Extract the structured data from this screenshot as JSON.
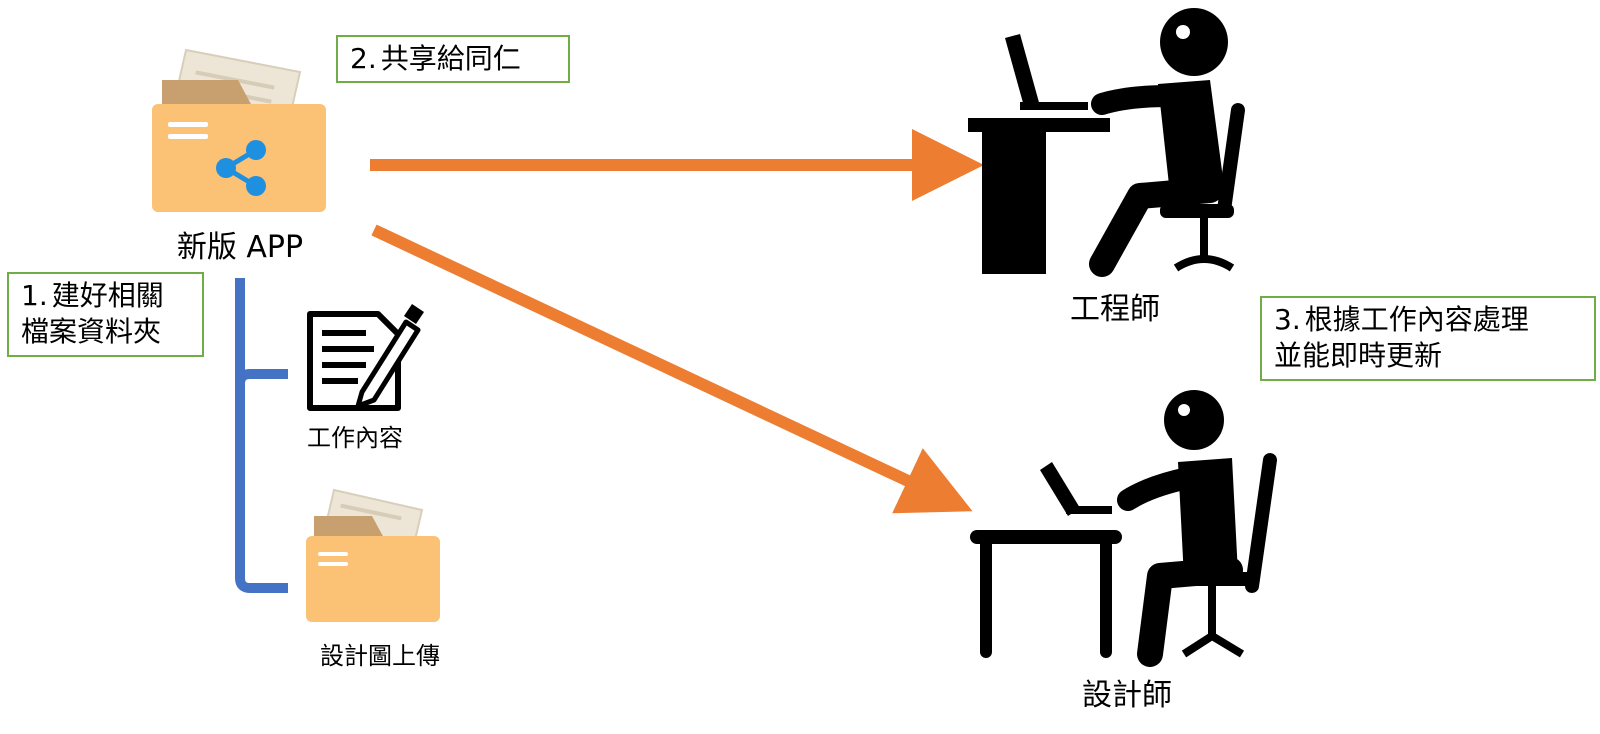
{
  "steps": {
    "one": {
      "num": "1.",
      "line1": "建好相關",
      "line2": "檔案資料夾"
    },
    "two": {
      "num": "2.",
      "line1": "共享給同仁"
    },
    "three": {
      "num": "3.",
      "line1": "根據工作內容處理",
      "line2": "並能即時更新"
    }
  },
  "labels": {
    "app": "新版 APP",
    "work_content": "工作內容",
    "design_upload": "設計圖上傳",
    "engineer": "工程師",
    "designer": "設計師"
  },
  "colors": {
    "folder_body": "#fbc175",
    "folder_tab": "#c8a070",
    "paper": "#ede6d6",
    "share": "#1f8fe0",
    "arrow": "#ed7d31",
    "bracket": "#4472c4",
    "box_border": "#70ad47",
    "silhouette": "#000000"
  },
  "icons": [
    "folder-share-icon",
    "document-pen-icon",
    "folder-icon",
    "engineer-at-desk-icon",
    "designer-at-desk-icon"
  ]
}
